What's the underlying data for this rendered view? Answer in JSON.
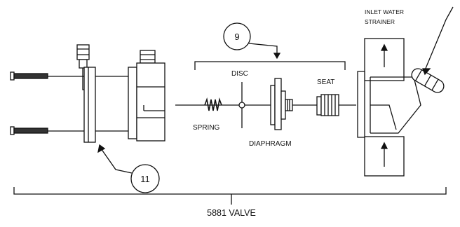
{
  "labels": {
    "spring": "SPRING",
    "disc": "DISC",
    "diaphragm": "DIAPHRAGM",
    "seat": "SEAT",
    "strainer_line1": "INLET WATER",
    "strainer_line2": "STRAINER",
    "valve": "5881 VALVE"
  },
  "callouts": {
    "group_kit": "9",
    "body_kit": "11"
  },
  "colors": {
    "line": "#111111",
    "fill": "#ffffff",
    "dark": "#333333"
  }
}
